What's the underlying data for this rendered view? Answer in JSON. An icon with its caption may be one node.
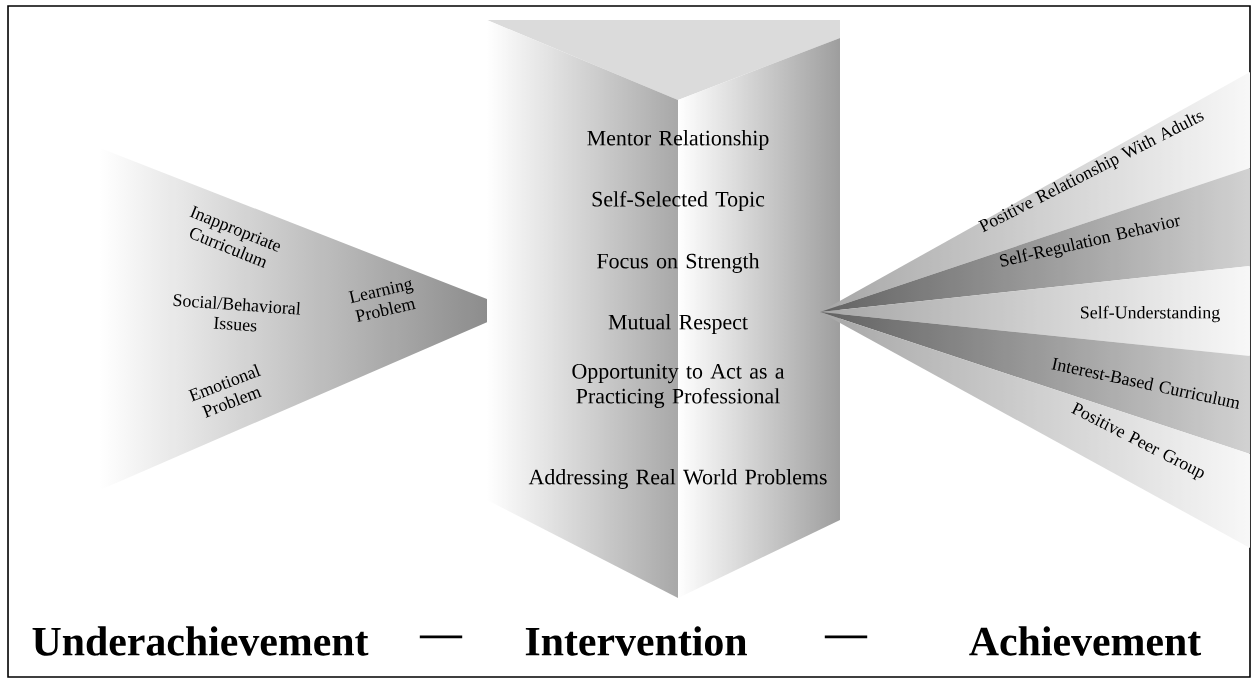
{
  "diagram": {
    "nodes": [
      {
        "text": [
          "Inappropriate Curriculum",
          "Social/Behavioral Issues",
          "Emotional Problem",
          "Learning Problem"
        ]
      },
      {
        "text": [
          "Mentor Relationship",
          "Self-Selected Topic",
          "Focus on Strength",
          "Mutual Respect",
          "Opportunity to Act as a Practicing Professional",
          "Addressing Real World Problems"
        ]
      },
      {
        "text": [
          "Positive Relationship With Adults"
        ]
      },
      {
        "text": [
          "Self-Regulation Behavior"
        ]
      },
      {
        "text": [
          "Self-Understanding"
        ]
      },
      {
        "text": [
          "Interest-Based Curriculum"
        ]
      },
      {
        "text": [
          "Positive Peer Group"
        ]
      }
    ],
    "edges": [],
    "labels": [
      "Underachievement",
      "—",
      "Intervention",
      "—",
      "Achievement"
    ]
  }
}
